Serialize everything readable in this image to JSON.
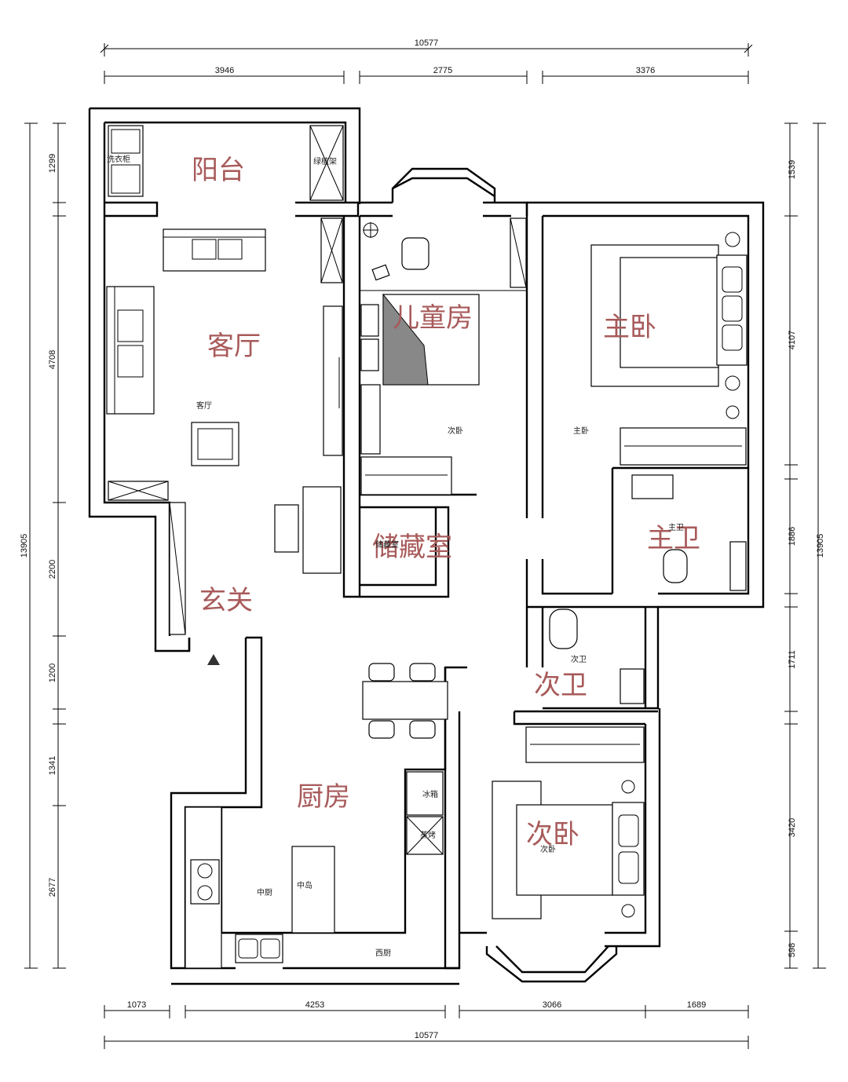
{
  "rooms": {
    "balcony": "阳台",
    "living": "客厅",
    "kids_room": "儿童房",
    "master_bedroom": "主卧",
    "storage": "储藏室",
    "master_bath": "主卫",
    "entrance": "玄关",
    "second_bath": "次卫",
    "kitchen": "厨房",
    "second_bedroom": "次卧"
  },
  "small_labels": {
    "balcony_cabinet": "洗衣柜",
    "plant_shelf": "绿植架",
    "living_small": "客厅",
    "second_bedroom_upper": "次卧",
    "master_small": "主卧",
    "master_bath_small": "主卫",
    "second_bath_small": "次卫",
    "fridge": "冰箱",
    "steam_oven": "蒸烤",
    "chinese_kitchen": "中厨",
    "island": "中岛",
    "western_kitchen": "西厨",
    "second_bedroom_small": "次卧",
    "storage_small": "储藏室"
  },
  "dimensions": {
    "top_total": "10577",
    "top_segments": [
      "3946",
      "2775",
      "3376"
    ],
    "bottom_segments": [
      "1073",
      "4253",
      "3066",
      "1689"
    ],
    "bottom_total": "10577",
    "left_total": "13905",
    "left_segments": [
      "1299",
      "4708",
      "2200",
      "1200",
      "1341",
      "2677"
    ],
    "right_total": "13905",
    "right_segments": [
      "1539",
      "4107",
      "1886",
      "1711",
      "3420",
      "598"
    ]
  },
  "colors": {
    "room_label": "#a85a5a",
    "wall": "#000000"
  }
}
